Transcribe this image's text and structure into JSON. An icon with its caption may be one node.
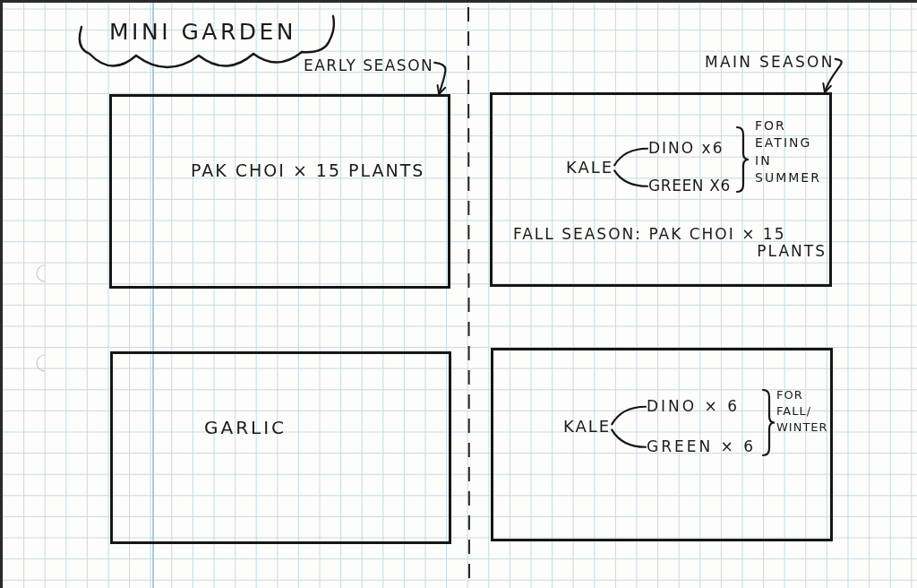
{
  "diagram": {
    "title": "MINI GARDEN",
    "nodes": [
      {
        "text": [
          "EARLY SEASON"
        ]
      },
      {
        "text": [
          "MAIN SEASON"
        ]
      },
      {
        "text": [
          "PAK CHOI × 15 PLANTS"
        ]
      },
      {
        "text": [
          "FOR EATING IN SUMMER",
          "FALL SEASON: PAK CHOI × 15 PLANTS"
        ]
      },
      {
        "text": [
          "KALE"
        ],
        "in": 3
      },
      {
        "text": [
          "DINO x6"
        ],
        "in": 3
      },
      {
        "text": [
          "GREEN X6"
        ],
        "in": 3
      },
      {
        "text": [
          "GARLIC"
        ]
      },
      {
        "text": [
          "FOR FALL/ WINTER"
        ]
      },
      {
        "text": [
          "KALE"
        ],
        "in": 8
      },
      {
        "text": [
          "DINO × 6"
        ],
        "in": 8
      },
      {
        "text": [
          "GREEN × 6"
        ],
        "in": 8
      }
    ],
    "edges": [
      {
        "from": 0,
        "to": 2,
        "arrow": "to"
      },
      {
        "from": 1,
        "to": 3,
        "arrow": "to"
      },
      {
        "from": 4,
        "to": 5,
        "arrow": "none"
      },
      {
        "from": 4,
        "to": 6,
        "arrow": "none"
      },
      {
        "from": 9,
        "to": 10,
        "arrow": "none"
      },
      {
        "from": 9,
        "to": 11,
        "arrow": "none"
      }
    ]
  }
}
